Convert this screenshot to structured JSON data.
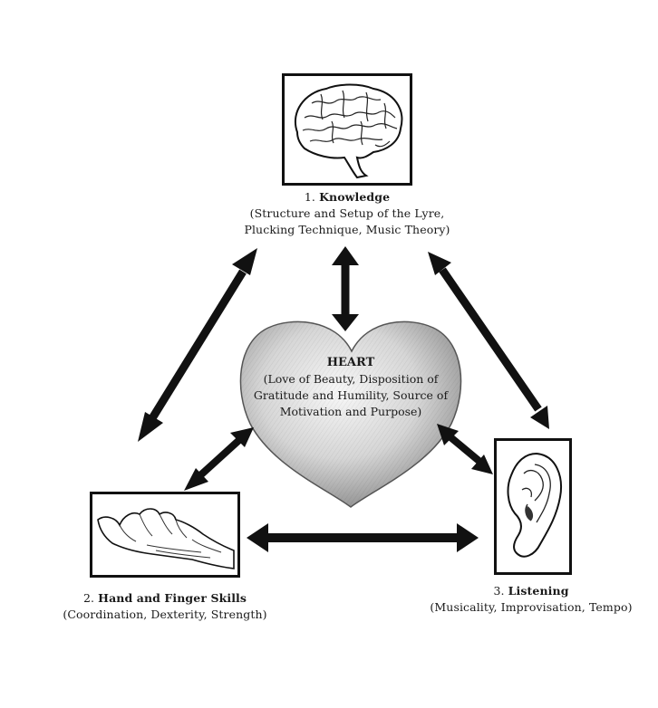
{
  "knowledge": {
    "number": "1.",
    "title": "Knowledge",
    "desc_line1": "(Structure and Setup of the Lyre,",
    "desc_line2": "Plucking Technique, Music Theory)"
  },
  "hand": {
    "number": "2.",
    "title": "Hand and Finger Skills",
    "desc": "(Coordination, Dexterity, Strength)"
  },
  "listening": {
    "number": "3.",
    "title": "Listening",
    "desc": "(Musicality, Improvisation, Tempo)"
  },
  "heart": {
    "title": "HEART",
    "line1": "(Love of Beauty, Disposition of",
    "line2": "Gratitude and Humility, Source of",
    "line3": "Motivation and Purpose)"
  },
  "icons": {
    "brain": "brain-icon",
    "hand": "hand-icon",
    "ear": "ear-icon",
    "heart": "heart-icon"
  },
  "colors": {
    "ink": "#111111",
    "heart_fill": "#d9d9d9"
  }
}
